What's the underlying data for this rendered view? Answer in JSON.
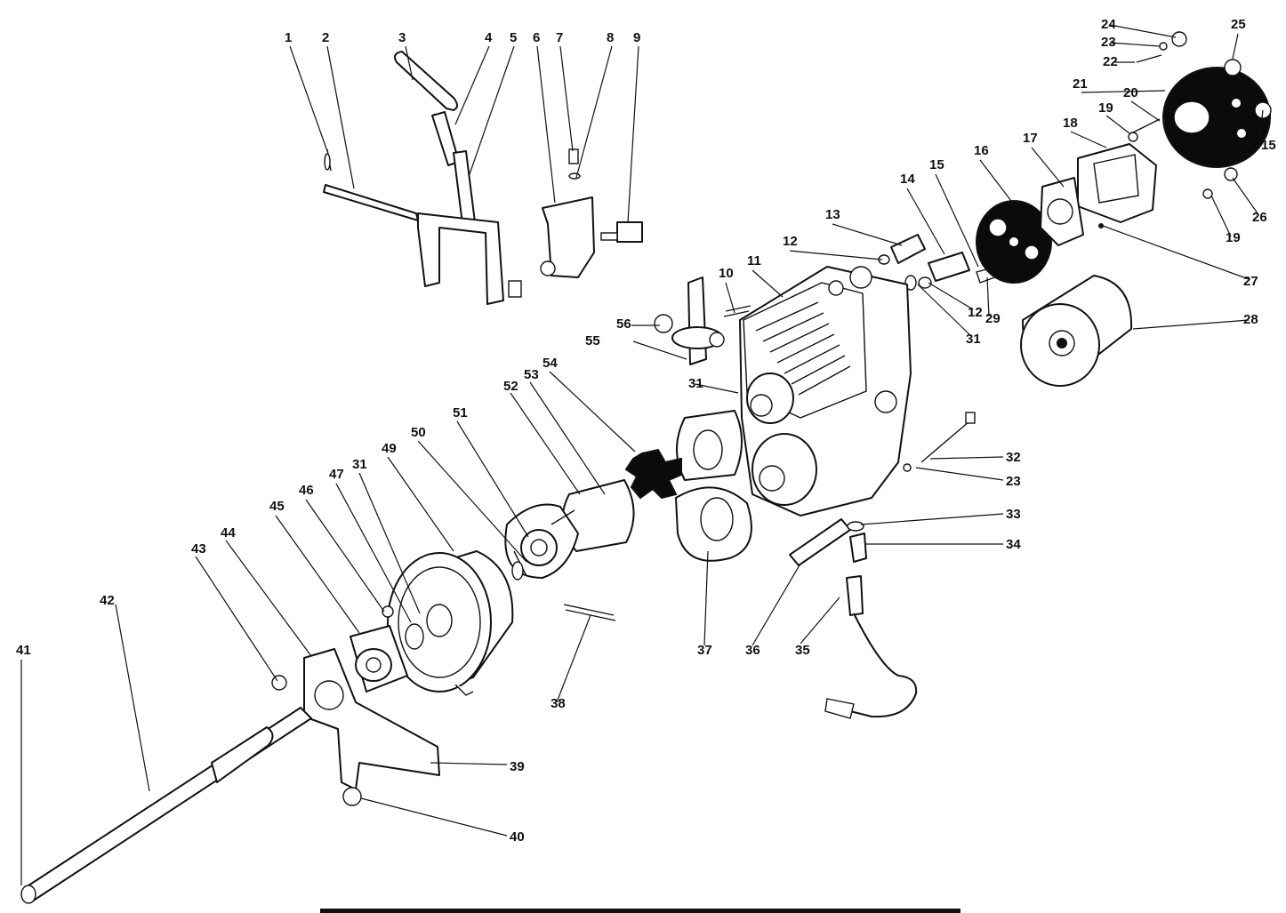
{
  "diagram": {
    "callouts": [
      {
        "id": "c1",
        "label": "1"
      },
      {
        "id": "c2",
        "label": "2"
      },
      {
        "id": "c3",
        "label": "3"
      },
      {
        "id": "c4",
        "label": "4"
      },
      {
        "id": "c5",
        "label": "5"
      },
      {
        "id": "c6",
        "label": "6"
      },
      {
        "id": "c7",
        "label": "7"
      },
      {
        "id": "c8",
        "label": "8"
      },
      {
        "id": "c9",
        "label": "9"
      },
      {
        "id": "c10",
        "label": "10"
      },
      {
        "id": "c11",
        "label": "11"
      },
      {
        "id": "c12a",
        "label": "12"
      },
      {
        "id": "c12b",
        "label": "12"
      },
      {
        "id": "c13",
        "label": "13"
      },
      {
        "id": "c14",
        "label": "14"
      },
      {
        "id": "c15a",
        "label": "15"
      },
      {
        "id": "c15b",
        "label": "15"
      },
      {
        "id": "c16",
        "label": "16"
      },
      {
        "id": "c17",
        "label": "17"
      },
      {
        "id": "c18",
        "label": "18"
      },
      {
        "id": "c19a",
        "label": "19"
      },
      {
        "id": "c19b",
        "label": "19"
      },
      {
        "id": "c20",
        "label": "20"
      },
      {
        "id": "c21",
        "label": "21"
      },
      {
        "id": "c22",
        "label": "22"
      },
      {
        "id": "c23a",
        "label": "23"
      },
      {
        "id": "c23b",
        "label": "23"
      },
      {
        "id": "c24",
        "label": "24"
      },
      {
        "id": "c25",
        "label": "25"
      },
      {
        "id": "c26",
        "label": "26"
      },
      {
        "id": "c27",
        "label": "27"
      },
      {
        "id": "c28",
        "label": "28"
      },
      {
        "id": "c29",
        "label": "29"
      },
      {
        "id": "c31a",
        "label": "31"
      },
      {
        "id": "c31b",
        "label": "31"
      },
      {
        "id": "c31c",
        "label": "31"
      },
      {
        "id": "c32",
        "label": "32"
      },
      {
        "id": "c33",
        "label": "33"
      },
      {
        "id": "c34",
        "label": "34"
      },
      {
        "id": "c35",
        "label": "35"
      },
      {
        "id": "c36",
        "label": "36"
      },
      {
        "id": "c37",
        "label": "37"
      },
      {
        "id": "c38",
        "label": "38"
      },
      {
        "id": "c39",
        "label": "39"
      },
      {
        "id": "c40",
        "label": "40"
      },
      {
        "id": "c41",
        "label": "41"
      },
      {
        "id": "c42",
        "label": "42"
      },
      {
        "id": "c43",
        "label": "43"
      },
      {
        "id": "c44",
        "label": "44"
      },
      {
        "id": "c45",
        "label": "45"
      },
      {
        "id": "c46",
        "label": "46"
      },
      {
        "id": "c47",
        "label": "47"
      },
      {
        "id": "c49",
        "label": "49"
      },
      {
        "id": "c50",
        "label": "50"
      },
      {
        "id": "c51",
        "label": "51"
      },
      {
        "id": "c52",
        "label": "52"
      },
      {
        "id": "c53",
        "label": "53"
      },
      {
        "id": "c54",
        "label": "54"
      },
      {
        "id": "c55",
        "label": "55"
      },
      {
        "id": "c56",
        "label": "56"
      }
    ],
    "icons": {
      "lever": "control-lever-icon",
      "pump": "hydrostat-pump-icon",
      "filter": "oil-filter-icon",
      "pulley": "pulley-icon",
      "fan": "cooling-fan-icon",
      "coupler": "star-coupler-icon",
      "shaft": "drive-shaft-icon",
      "tube": "hydraulic-tube-icon"
    }
  }
}
